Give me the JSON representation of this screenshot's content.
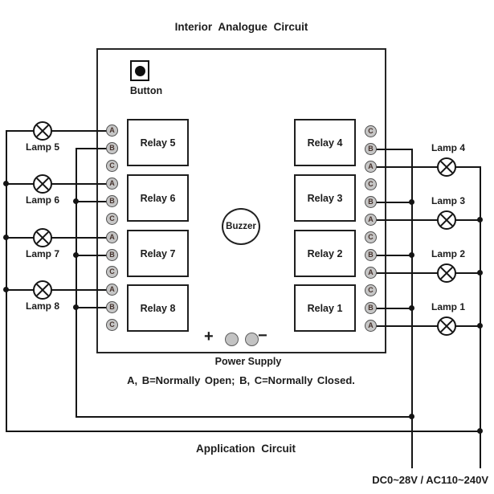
{
  "title": "Interior Analogue Circuit",
  "board": {
    "button_label": "Button",
    "buzzer_label": "Buzzer",
    "power": {
      "plus": "+",
      "minus": "−",
      "label": "Power Supply"
    }
  },
  "note": "A, B=Normally Open; B, C=Normally Closed.",
  "relays_left": [
    {
      "label": "Relay 5",
      "terminals": [
        "A",
        "B",
        "C"
      ]
    },
    {
      "label": "Relay 6",
      "terminals": [
        "A",
        "B",
        "C"
      ]
    },
    {
      "label": "Relay 7",
      "terminals": [
        "A",
        "B",
        "C"
      ]
    },
    {
      "label": "Relay 8",
      "terminals": [
        "A",
        "B",
        "C"
      ]
    }
  ],
  "relays_right": [
    {
      "label": "Relay 4",
      "terminals": [
        "C",
        "B",
        "A"
      ]
    },
    {
      "label": "Relay 3",
      "terminals": [
        "C",
        "B",
        "A"
      ]
    },
    {
      "label": "Relay 2",
      "terminals": [
        "C",
        "B",
        "A"
      ]
    },
    {
      "label": "Relay 1",
      "terminals": [
        "C",
        "B",
        "A"
      ]
    }
  ],
  "lamps_left": [
    "Lamp 5",
    "Lamp 6",
    "Lamp 7",
    "Lamp 8"
  ],
  "lamps_right": [
    "Lamp 4",
    "Lamp 3",
    "Lamp 2",
    "Lamp 1"
  ],
  "footer": {
    "application_label": "Application Circuit",
    "voltage_label": "DC0~28V / AC110~240V"
  },
  "colors": {
    "wire": "#151515",
    "text": "#1c1c1c",
    "bg": "#ffffff",
    "term-fill": "#c6c6c6",
    "term-border": "#4f4f4f",
    "term-letter": "#46332d",
    "power-fill": "#c3c3c3",
    "power-border": "#5c5c5c"
  }
}
